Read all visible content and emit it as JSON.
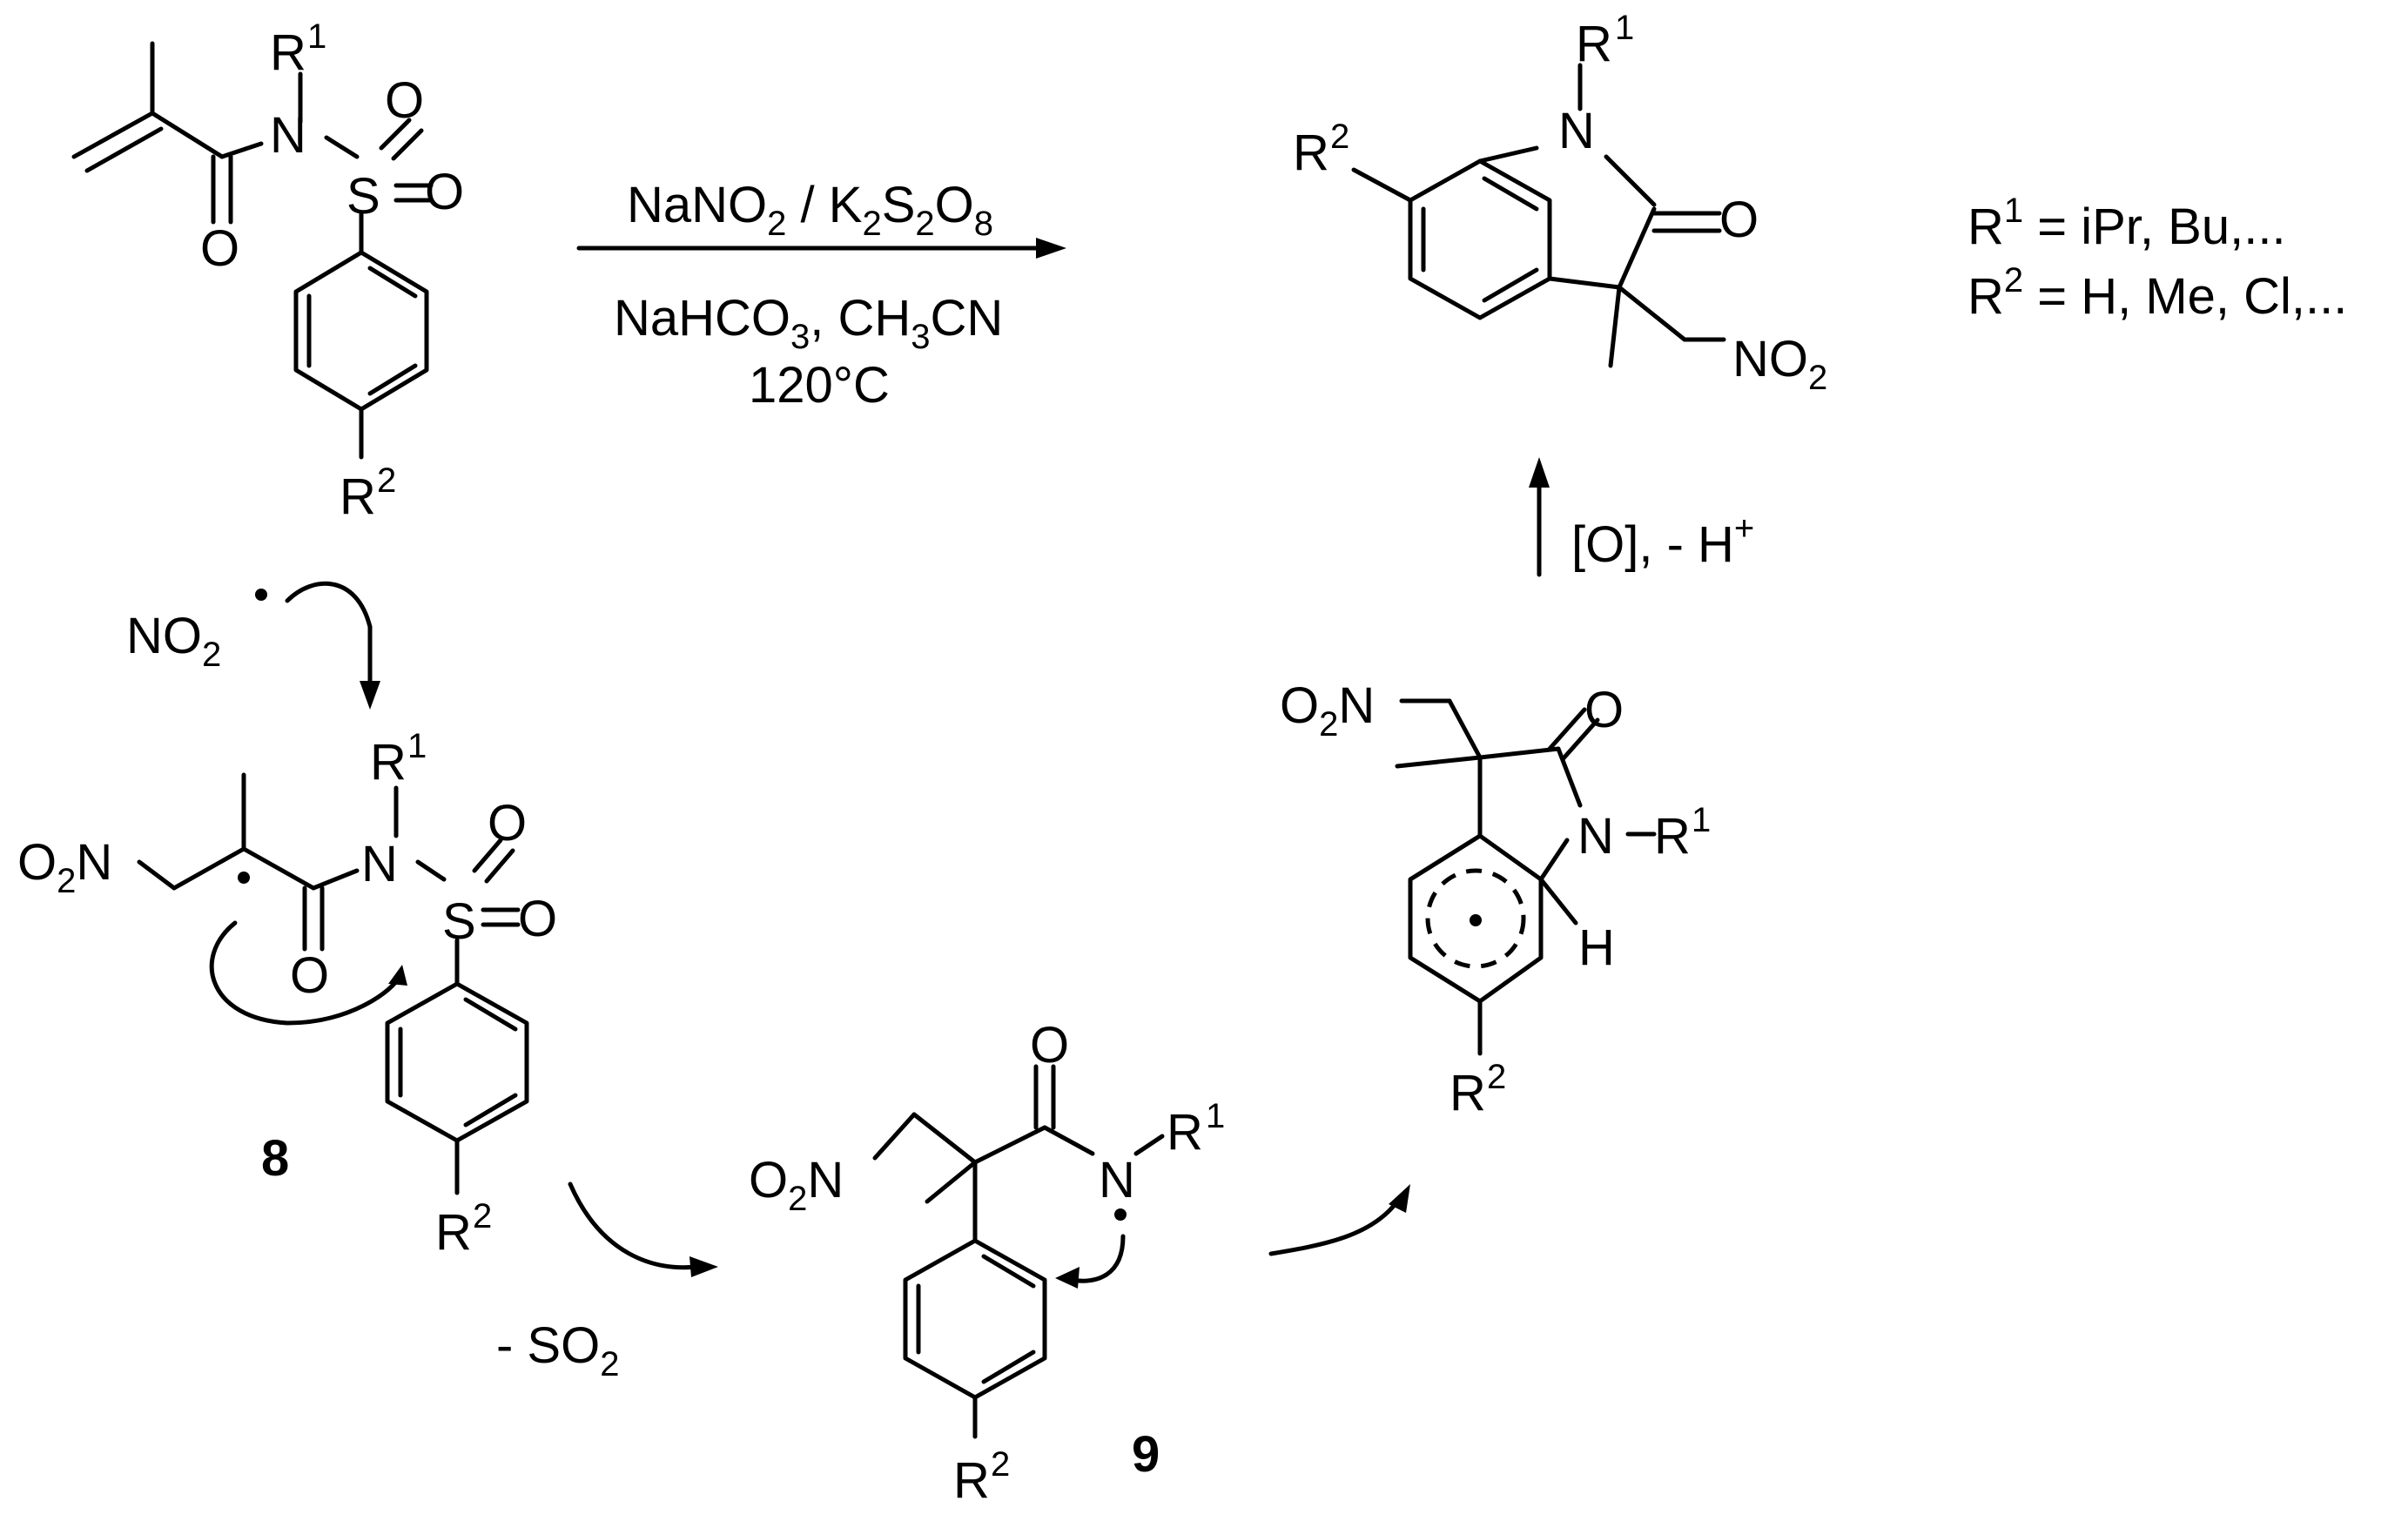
{
  "reagents": {
    "line1_a": "NaNO",
    "line1_a_sub": "2",
    "line1_b": " / K",
    "line1_b_sub": "2",
    "line1_c": "S",
    "line1_c_sub": "2",
    "line1_d": "O",
    "line1_d_sub": "8",
    "line2_a": "NaHCO",
    "line2_a_sub": "3",
    "line2_b": ", CH",
    "line2_b_sub": "3",
    "line2_c": "CN",
    "line3": "120°C"
  },
  "substituents": {
    "r1_line_a": "R",
    "r1_line_sup": "1",
    "r1_line_rest": " = iPr, Bu,...",
    "r2_line_a": "R",
    "r2_line_sup": "2",
    "r2_line_rest": " = H, Me, Cl,..."
  },
  "oxidation_step": {
    "a": "[O], - H",
    "sup": "+"
  },
  "radical_label": {
    "a": "NO",
    "sub": "2"
  },
  "so2_loss": {
    "a": "- SO",
    "sub": "2"
  },
  "compound_labels": {
    "eight": "8",
    "nine": "9"
  },
  "atoms": {
    "N": "N",
    "O": "O",
    "S": "S",
    "H": "H",
    "R": "R",
    "sup1": "1",
    "sup2": "2",
    "NO2_a": "NO",
    "NO2_sub": "2",
    "O2N_a": "O",
    "O2N_sub": "2",
    "O2N_b": "N",
    "N_R": "N–R"
  }
}
